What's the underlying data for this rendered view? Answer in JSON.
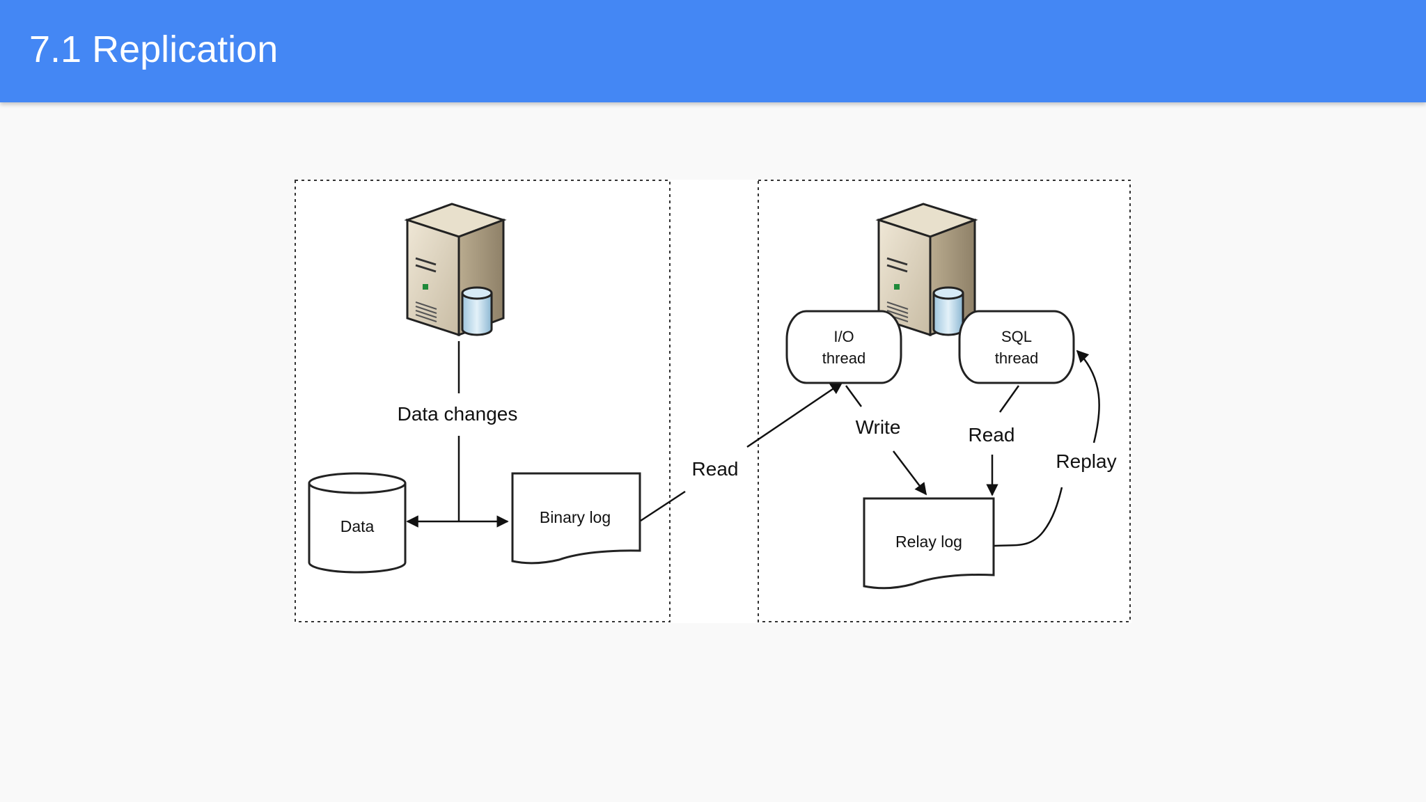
{
  "slide": {
    "title": "7.1 Replication"
  },
  "diagram": {
    "master": {
      "data_changes": "Data changes",
      "data_store": "Data",
      "binary_log": "Binary log"
    },
    "read_link": "Read",
    "replica": {
      "io_thread": [
        "I/O",
        "thread"
      ],
      "sql_thread": [
        "SQL",
        "thread"
      ],
      "write": "Write",
      "read": "Read",
      "replay": "Replay",
      "relay_log": "Relay log"
    }
  }
}
